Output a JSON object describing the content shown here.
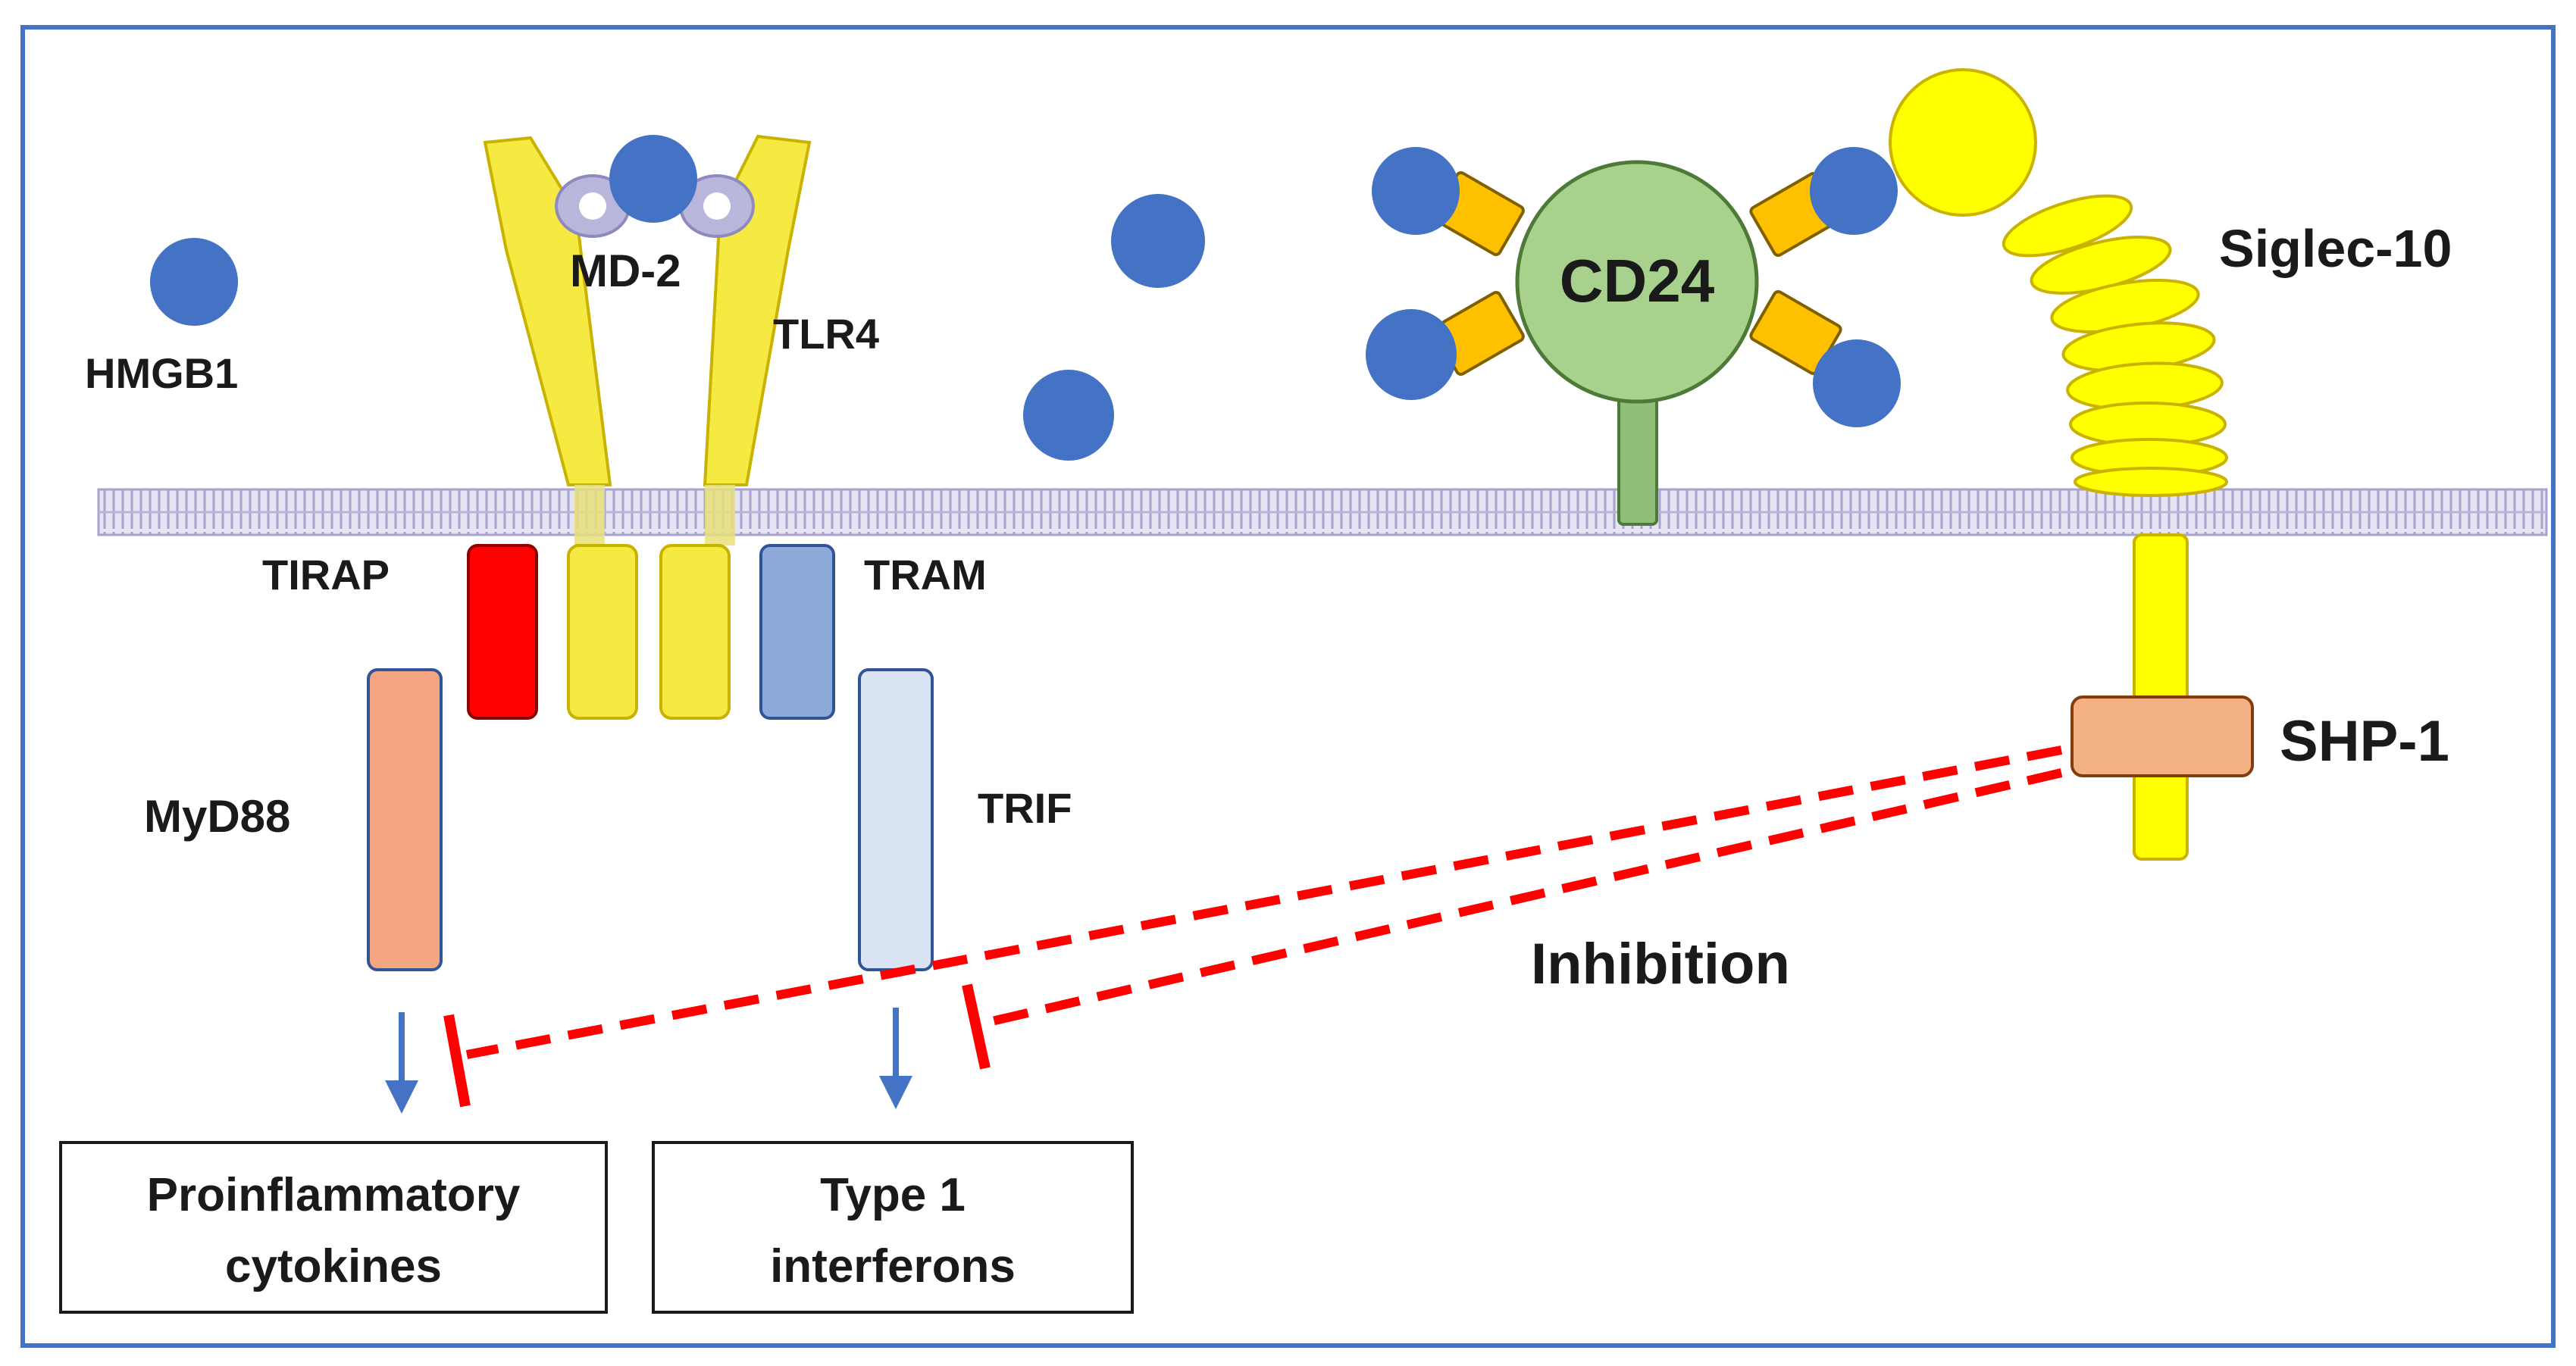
{
  "labels": {
    "hmgb1": "HMGB1",
    "md2": "MD-2",
    "tlr4": "TLR4",
    "cd24": "CD24",
    "siglec10": "Siglec-10",
    "tirap": "TIRAP",
    "tram": "TRAM",
    "myd88": "MyD88",
    "trif": "TRIF",
    "shp1": "SHP-1",
    "inhibition": "Inhibition"
  },
  "outputs": {
    "proinflammatory": {
      "line1": "Proinflammatory",
      "line2": "cytokines"
    },
    "interferons": {
      "line1": "Type 1",
      "line2": "interferons"
    }
  },
  "colors": {
    "frame": "#4472c4",
    "hmgb1": "#4472c4",
    "membrane": "#c9c5e3",
    "tlr4": "#f5e942",
    "md2": "#b9b6dc",
    "cd24": "#a9d18e",
    "cd24_linker": "#ffc000",
    "siglec10": "#ffff00",
    "tirap": "#ff0000",
    "tram": "#8eaadb",
    "myd88": "#f4a582",
    "trif": "#dae3f3",
    "shp1": "#f4b183",
    "inhibition": "#ff0000",
    "arrow": "#4472c4"
  }
}
